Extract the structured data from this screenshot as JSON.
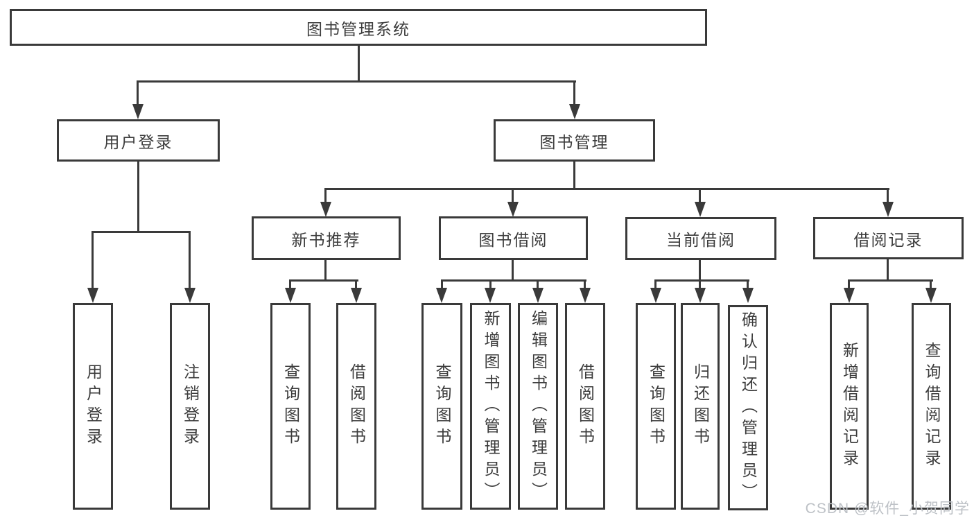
{
  "diagram_title": "图书管理系统",
  "nodes": {
    "root": "图书管理系统",
    "user_login": "用户登录",
    "book_mgmt": "图书管理",
    "new_book_rec": "新书推荐",
    "book_borrow": "图书借阅",
    "current_borrow": "当前借阅",
    "borrow_record": "借阅记录",
    "ul_user_login": "用户登录",
    "ul_logout": "注销登录",
    "nb_query_book": "查询图书",
    "nb_borrow_book": "借阅图书",
    "bb_query_book": "查询图书",
    "bb_add_book": "新增图书（管理员）",
    "bb_edit_book": "编辑图书（管理员）",
    "bb_borrow_book": "借阅图书",
    "cb_query_book": "查询图书",
    "cb_return_book": "归还图书",
    "cb_confirm_return": "确认归还（管理员）",
    "br_add_record": "新增借阅记录",
    "br_query_record": "查询借阅记录"
  },
  "watermark": "CSDN @软件_小贺同学",
  "colors": {
    "line": "#3a3a3a",
    "text": "#3c3c3c",
    "box_background": "#ffffff",
    "watermark": "#bdc1c6",
    "page_background": "#ffffff"
  }
}
